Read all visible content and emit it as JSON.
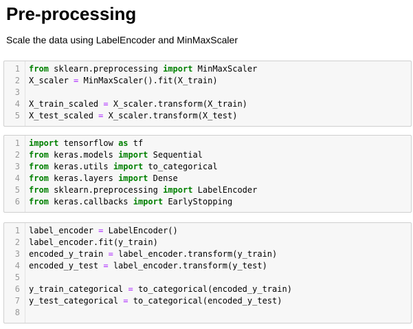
{
  "heading": "Pre-processing",
  "subtitle": "Scale the data using LabelEncoder and MinMaxScaler",
  "colors": {
    "keyword": "#008000",
    "operator": "#aa22ff",
    "line_number": "#999999",
    "cell_background": "#f7f7f7",
    "cell_border": "#cfcfcf"
  },
  "cells": [
    {
      "lines": [
        {
          "n": "1",
          "tokens": [
            {
              "k": "kw",
              "t": "from"
            },
            {
              "t": " sklearn.preprocessing "
            },
            {
              "k": "kw",
              "t": "import"
            },
            {
              "t": " MinMaxScaler"
            }
          ]
        },
        {
          "n": "2",
          "tokens": [
            {
              "t": "X_scaler "
            },
            {
              "k": "op",
              "t": "="
            },
            {
              "t": " MinMaxScaler().fit(X_train)"
            }
          ]
        },
        {
          "n": "3",
          "tokens": []
        },
        {
          "n": "4",
          "tokens": [
            {
              "t": "X_train_scaled "
            },
            {
              "k": "op",
              "t": "="
            },
            {
              "t": " X_scaler.transform(X_train)"
            }
          ]
        },
        {
          "n": "5",
          "tokens": [
            {
              "t": "X_test_scaled "
            },
            {
              "k": "op",
              "t": "="
            },
            {
              "t": " X_scaler.transform(X_test)"
            }
          ]
        }
      ]
    },
    {
      "lines": [
        {
          "n": "1",
          "tokens": [
            {
              "k": "kw",
              "t": "import"
            },
            {
              "t": " tensorflow "
            },
            {
              "k": "kw",
              "t": "as"
            },
            {
              "t": " tf"
            }
          ]
        },
        {
          "n": "2",
          "tokens": [
            {
              "k": "kw",
              "t": "from"
            },
            {
              "t": " keras.models "
            },
            {
              "k": "kw",
              "t": "import"
            },
            {
              "t": " Sequential"
            }
          ]
        },
        {
          "n": "3",
          "tokens": [
            {
              "k": "kw",
              "t": "from"
            },
            {
              "t": " keras.utils "
            },
            {
              "k": "kw",
              "t": "import"
            },
            {
              "t": " to_categorical"
            }
          ]
        },
        {
          "n": "4",
          "tokens": [
            {
              "k": "kw",
              "t": "from"
            },
            {
              "t": " keras.layers "
            },
            {
              "k": "kw",
              "t": "import"
            },
            {
              "t": " Dense"
            }
          ]
        },
        {
          "n": "5",
          "tokens": [
            {
              "k": "kw",
              "t": "from"
            },
            {
              "t": " sklearn.preprocessing "
            },
            {
              "k": "kw",
              "t": "import"
            },
            {
              "t": " LabelEncoder"
            }
          ]
        },
        {
          "n": "6",
          "tokens": [
            {
              "k": "kw",
              "t": "from"
            },
            {
              "t": " keras.callbacks "
            },
            {
              "k": "kw",
              "t": "import"
            },
            {
              "t": " EarlyStopping"
            }
          ]
        }
      ]
    },
    {
      "lines": [
        {
          "n": "1",
          "tokens": [
            {
              "t": "label_encoder "
            },
            {
              "k": "op",
              "t": "="
            },
            {
              "t": " LabelEncoder()"
            }
          ]
        },
        {
          "n": "2",
          "tokens": [
            {
              "t": "label_encoder.fit(y_train)"
            }
          ]
        },
        {
          "n": "3",
          "tokens": [
            {
              "t": "encoded_y_train "
            },
            {
              "k": "op",
              "t": "="
            },
            {
              "t": " label_encoder.transform(y_train)"
            }
          ]
        },
        {
          "n": "4",
          "tokens": [
            {
              "t": "encoded_y_test "
            },
            {
              "k": "op",
              "t": "="
            },
            {
              "t": " label_encoder.transform(y_test)"
            }
          ]
        },
        {
          "n": "5",
          "tokens": []
        },
        {
          "n": "6",
          "tokens": [
            {
              "t": "y_train_categorical "
            },
            {
              "k": "op",
              "t": "="
            },
            {
              "t": " to_categorical(encoded_y_train)"
            }
          ]
        },
        {
          "n": "7",
          "tokens": [
            {
              "t": "y_test_categorical "
            },
            {
              "k": "op",
              "t": "="
            },
            {
              "t": " to_categorical(encoded_y_test)"
            }
          ]
        },
        {
          "n": "8",
          "tokens": []
        }
      ]
    }
  ]
}
